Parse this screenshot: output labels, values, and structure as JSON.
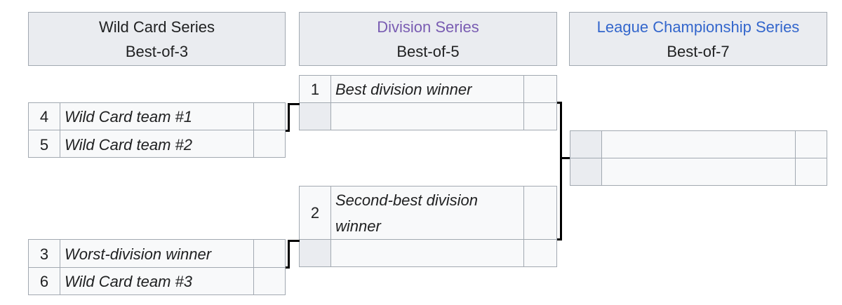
{
  "headers": {
    "wild_card": {
      "title": "Wild Card Series",
      "format": "Best-of-3"
    },
    "division": {
      "title": "Division Series",
      "format": "Best-of-5"
    },
    "lcs": {
      "title": "League Championship Series",
      "format": "Best-of-7"
    }
  },
  "wild_card_matchups": [
    {
      "teams": [
        {
          "seed": "4",
          "name": "Wild Card team #1",
          "score": ""
        },
        {
          "seed": "5",
          "name": "Wild Card team #2",
          "score": ""
        }
      ]
    },
    {
      "teams": [
        {
          "seed": "3",
          "name": "Worst-division winner",
          "score": ""
        },
        {
          "seed": "6",
          "name": "Wild Card team #3",
          "score": ""
        }
      ]
    }
  ],
  "division_matchups": [
    {
      "teams": [
        {
          "seed": "1",
          "name": "Best division winner",
          "score": ""
        },
        {
          "seed": "",
          "name": "",
          "score": ""
        }
      ]
    },
    {
      "teams": [
        {
          "seed": "2",
          "name_line1": "Second-best division",
          "name_line2": "winner",
          "score": ""
        },
        {
          "seed": "",
          "name": "",
          "score": ""
        }
      ]
    }
  ],
  "lcs_matchup": {
    "teams": [
      {
        "seed": "",
        "name": "",
        "score": ""
      },
      {
        "seed": "",
        "name": "",
        "score": ""
      }
    ]
  }
}
